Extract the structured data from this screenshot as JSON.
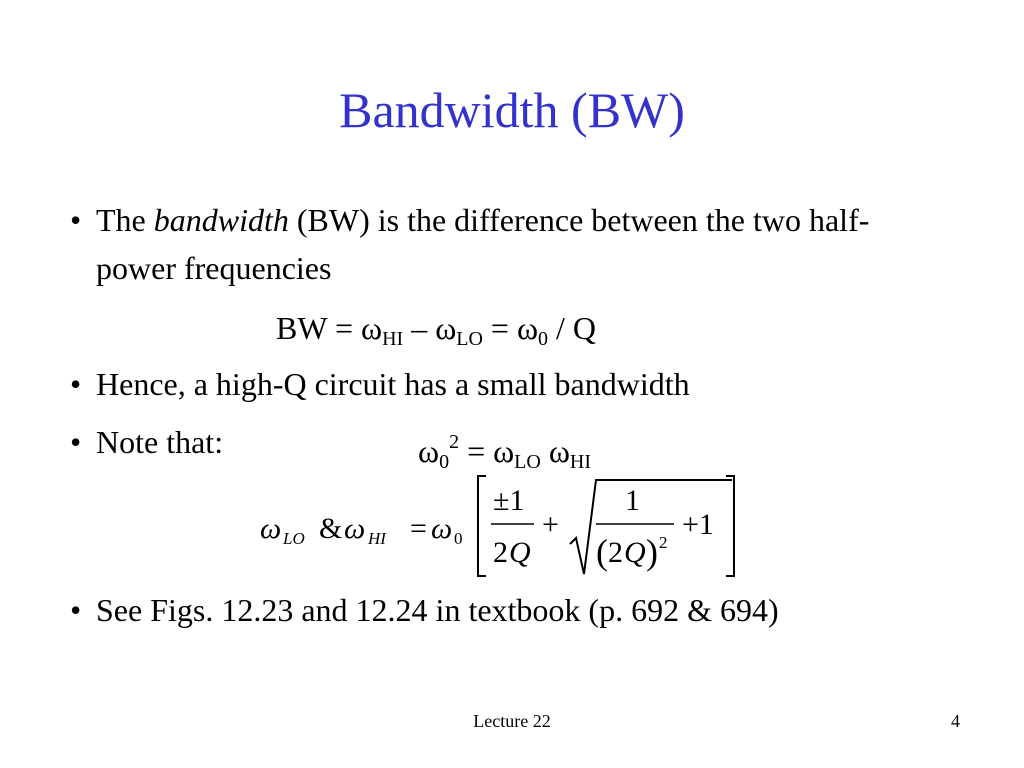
{
  "slide": {
    "title": "Bandwidth (BW)",
    "bullets": [
      {
        "pre": "The ",
        "em": "bandwidth",
        "post": " (BW) is the difference between the two half-power frequencies"
      },
      {
        "text": "Hence, a high-Q circuit has a small bandwidth"
      },
      {
        "text": "Note that:"
      },
      {
        "text": "See Figs. 12.23 and 12.24 in textbook (p. 692 & 694)"
      }
    ],
    "bullet_glyph": "•",
    "equation1": {
      "lhs": "BW = ω",
      "sub_hi": "HI",
      "minus": " – ω",
      "sub_lo": "LO",
      "eq": " = ω",
      "sub_0": "0",
      "rest": " / Q"
    },
    "equation2": {
      "w": "ω",
      "sub_0": "0",
      "sup_2": "2",
      "eq": " = ω",
      "sub_lo": "LO",
      "w2": " ω",
      "sub_hi": "HI"
    },
    "formula": {
      "omega": "ω",
      "sub_lo": "LO",
      "amp": "&",
      "sub_hi": "HI",
      "equals": "=",
      "sub_0": "0",
      "pm_one": "±1",
      "two": "2",
      "q": "Q",
      "plus": "+",
      "one": "1",
      "plus_one": "+1",
      "open_paren": "(",
      "close_paren": ")",
      "sup_2": "2"
    }
  },
  "footer": {
    "center": "Lecture 22",
    "page_number": "4"
  },
  "colors": {
    "title": "#3333cc",
    "text": "#000000",
    "background": "#ffffff"
  }
}
